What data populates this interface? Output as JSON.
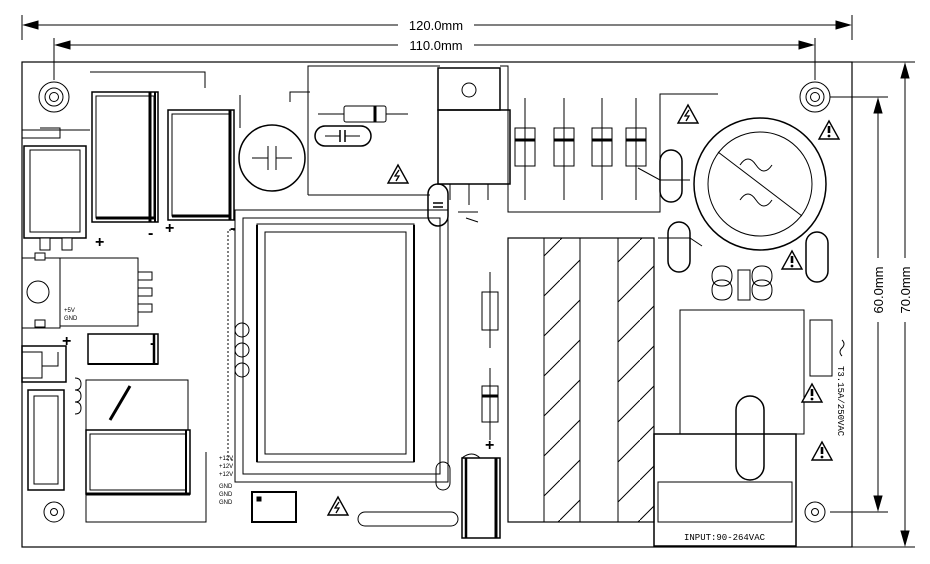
{
  "dimensions": {
    "overall_width": "120.0mm",
    "hole_spacing_width": "110.0mm",
    "hole_spacing_height": "60.0mm",
    "overall_height": "70.0mm"
  },
  "labels": {
    "output_5v": "+5V",
    "output_gnd": "GND",
    "output_12v": "+12V",
    "output_gnd_short": "GND",
    "fuse_rating": "T3.15A/250VAC",
    "input_rating": "INPUT:90-264VAC",
    "plus": "+",
    "minus": "-"
  },
  "warning_symbols": [
    "high-voltage-warning-icon",
    "caution-icon"
  ],
  "colors": {
    "line": "#000000",
    "background": "#ffffff"
  }
}
